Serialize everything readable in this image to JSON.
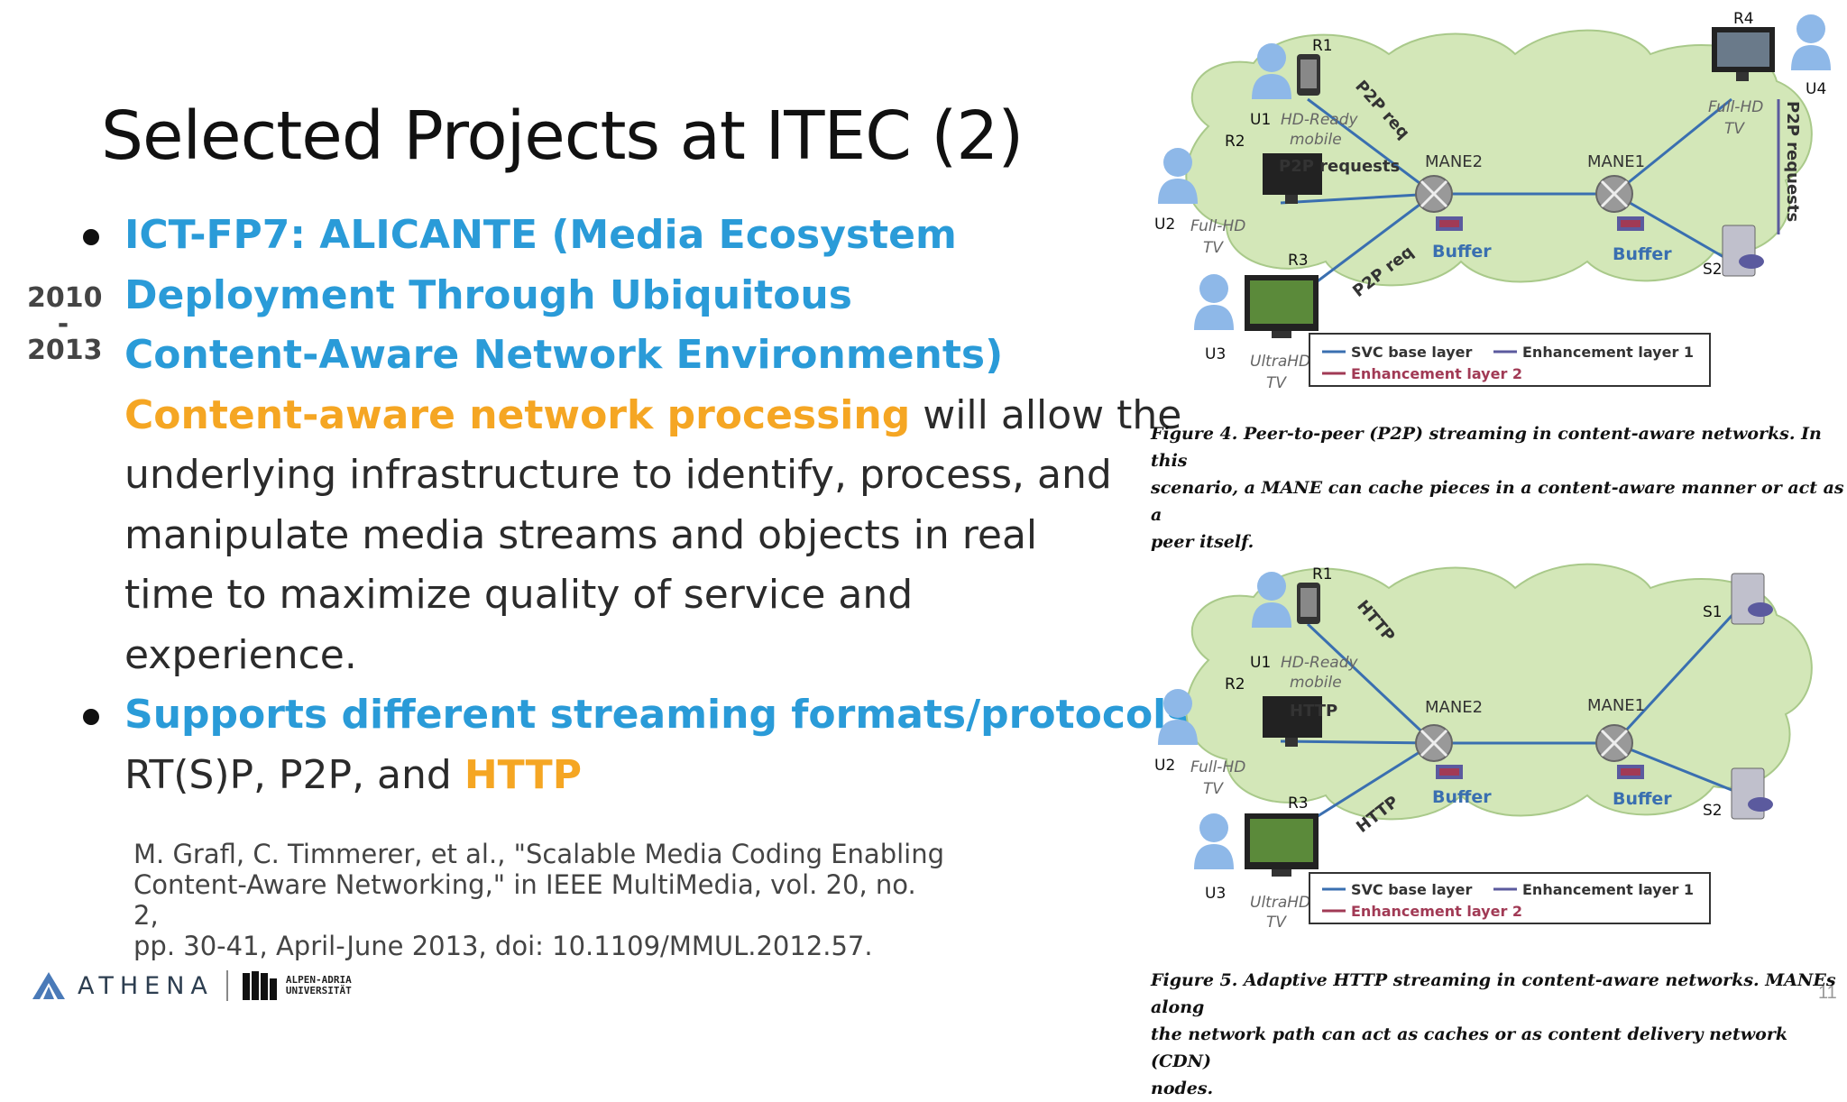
{
  "slide": {
    "title": "Selected Projects at ITEC (2)",
    "years": {
      "start": "2010",
      "dash": "-",
      "end": "2013"
    },
    "bullet1": {
      "heading_line1": "ICT-FP7: ALICANTE (Media Ecosystem",
      "heading_line2": "Deployment Through Ubiquitous",
      "heading_line3": "Content-Aware Network Environments)",
      "highlight": "Content-aware network processing",
      "text_line1_rest": " will allow the",
      "text_line2": "underlying infrastructure to identify, process, and",
      "text_line3": "manipulate media streams and objects in real",
      "text_line4": "time to maximize quality of service and",
      "text_line5": "experience."
    },
    "bullet2": {
      "heading": "Supports different streaming formats/protocols",
      "text_prefix": "RT(S)P, P2P, and ",
      "text_highlight": "HTTP"
    },
    "citation": {
      "line1": "M. Grafl, C. Timmerer, et al., \"Scalable Media Coding Enabling",
      "line2": "Content-Aware Networking,\" in IEEE MultiMedia, vol. 20, no. 2,",
      "line3": "pp. 30-41, April-June 2013, doi: 10.1109/MMUL.2012.57."
    },
    "logos": {
      "athena": "ATHENA",
      "aau_line1": "ALPEN-ADRIA",
      "aau_line2": "UNIVERSITÄT"
    },
    "page_number": "11"
  },
  "figure1": {
    "labels": {
      "r1": "R1",
      "r2": "R2",
      "r3": "R3",
      "r4": "R4",
      "u1": "U1",
      "u2": "U2",
      "u3": "U3",
      "u4": "U4",
      "s2": "S2",
      "mane1": "MANE1",
      "mane2": "MANE2",
      "buffer1": "Buffer",
      "buffer2": "Buffer",
      "hd_ready_1": "HD-Ready",
      "hd_ready_2": "mobile",
      "full_hd_1": "Full-HD",
      "full_hd_2": "TV",
      "full_hd_r4_1": "Full-HD",
      "full_hd_r4_2": "TV",
      "ultrahd_1": "UltraHD",
      "ultrahd_2": "TV",
      "p2p_req_top": "P2P req",
      "p2p_requests_mid": "P2P requests",
      "p2p_req_low": "P2P req",
      "p2p_requests_right": "P2P requests"
    },
    "legend": {
      "svc_base": "SVC base layer",
      "enh1": "Enhancement layer 1",
      "enh2": "Enhancement layer 2"
    },
    "caption": {
      "line1": "Figure 4. Peer-to-peer (P2P) streaming in content-aware networks. In this",
      "line2": "scenario, a MANE can cache pieces in a content-aware manner or act as a",
      "line3": "peer itself."
    }
  },
  "figure2": {
    "labels": {
      "r1": "R1",
      "r2": "R2",
      "r3": "R3",
      "u1": "U1",
      "u2": "U2",
      "u3": "U3",
      "s1": "S1",
      "s2": "S2",
      "mane1": "MANE1",
      "mane2": "MANE2",
      "buffer1": "Buffer",
      "buffer2": "Buffer",
      "hd_ready_1": "HD-Ready",
      "hd_ready_2": "mobile",
      "full_hd_1": "Full-HD",
      "full_hd_2": "TV",
      "ultrahd_1": "UltraHD",
      "ultrahd_2": "TV",
      "http_top": "HTTP",
      "http_mid": "HTTP",
      "http_low": "HTTP"
    },
    "legend": {
      "svc_base": "SVC base layer",
      "enh1": "Enhancement layer 1",
      "enh2": "Enhancement layer 2"
    },
    "caption": {
      "line1": "Figure 5. Adaptive HTTP streaming in content-aware networks. MANEs along",
      "line2": "the network path can act as caches or as content delivery network (CDN)",
      "line3": "nodes."
    }
  },
  "colors": {
    "blue_heading": "#2a9bd8",
    "orange_highlight": "#f5a623",
    "cloud": "#d3e7b8",
    "svc_arrow": "#3a6fb0",
    "enh1_arrow": "#5b5a9e",
    "enh2_arrow": "#a13a55"
  }
}
